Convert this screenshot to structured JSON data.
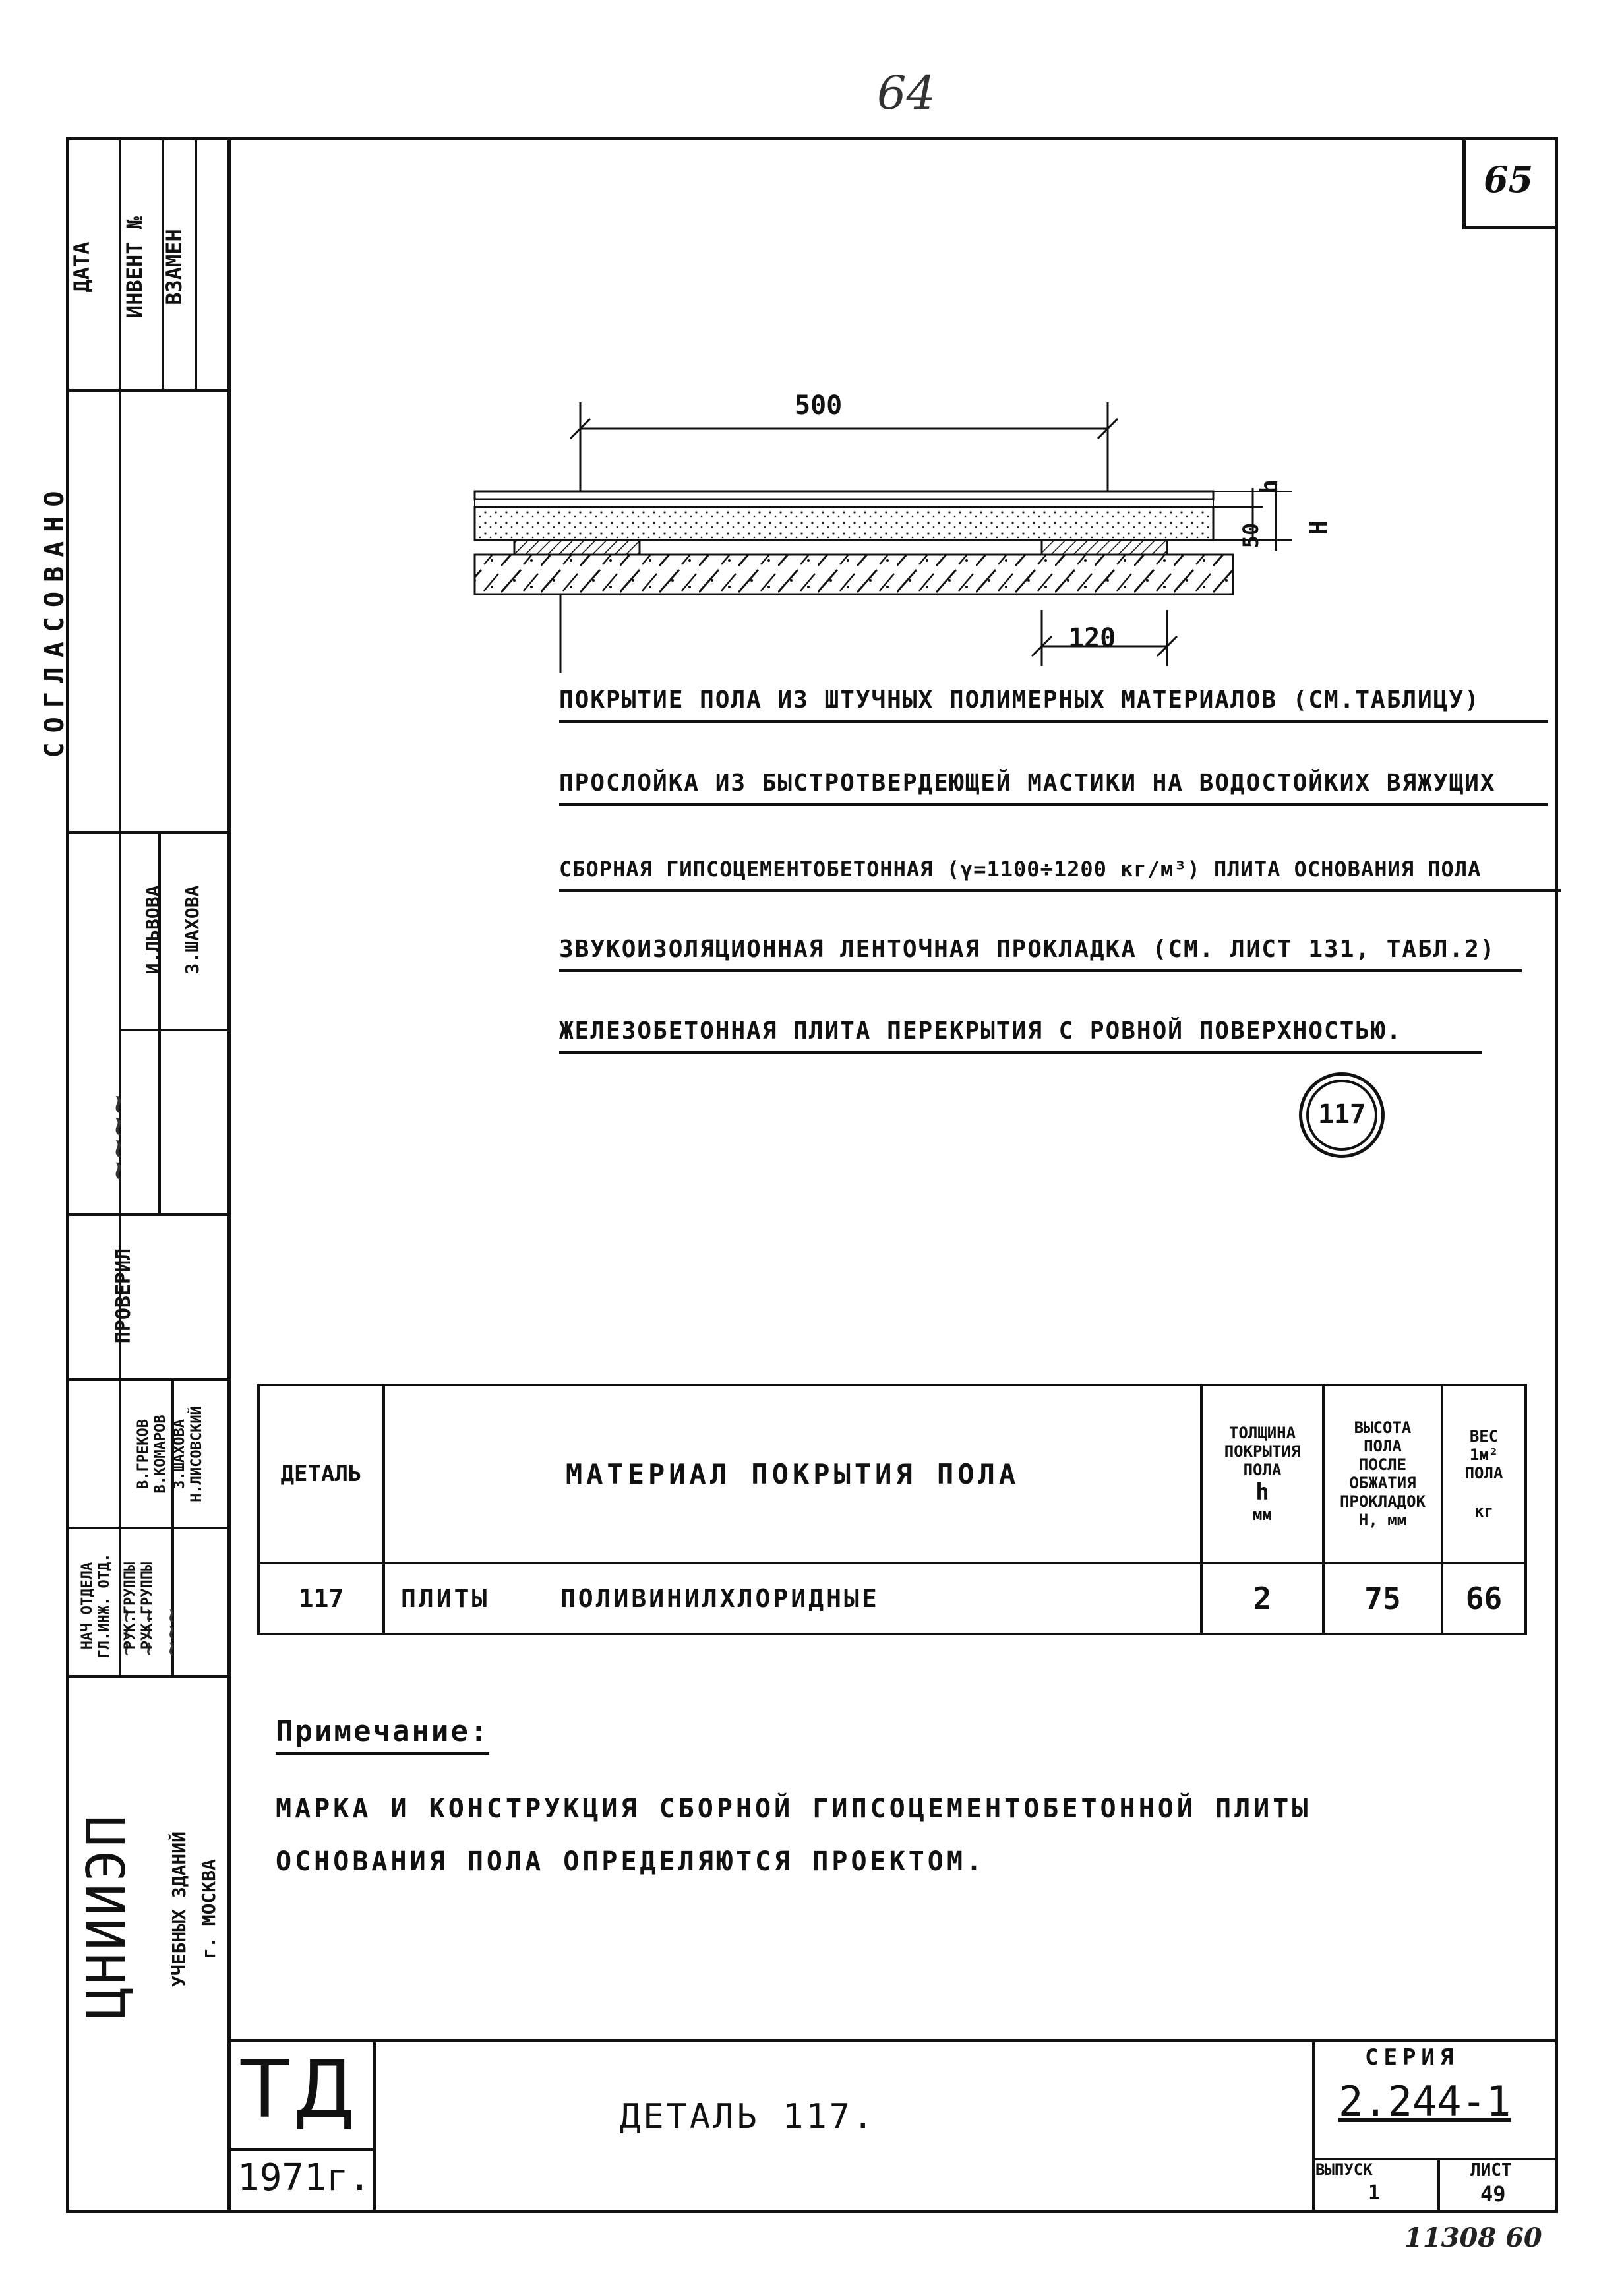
{
  "page_top_mark": "64",
  "sheet_corner_no": "65",
  "bottom_right_mark": "11308 60",
  "left_strip": {
    "header_labels": [
      "ДАТА",
      "ИНВЕНТ №",
      "ВЗАМЕН"
    ],
    "agreed_label": "СОГЛАСОВАНО",
    "agreed_names": [
      "И.ЛЬВОВА",
      "З.ШАХОВА"
    ],
    "checked_label": "ПРОВЕРИЛ",
    "roles": [
      "НАЧ ОТДЕЛА",
      "ГЛ.ИНЖ. ОТД.",
      "РУК.ГРУППЫ",
      "РУК.ГРУППЫ"
    ],
    "names": [
      "В.ГРЕКОВ",
      "В.КОМАРОВ",
      "З.ШАХОВА",
      "Н.ЛИСОВСКИЙ"
    ],
    "org_name": "ЦНИИЭП",
    "org_sub1": "УЧЕБНЫХ ЗДАНИЙ",
    "org_sub2": "г. МОСКВА"
  },
  "drawing": {
    "dim_top": "500",
    "dim_bottom": "120",
    "dim_h": "h",
    "dim_50": "50",
    "dim_H": "H",
    "layers": [
      "ПОКРЫТИЕ ПОЛА ИЗ ШТУЧНЫХ ПОЛИМЕРНЫХ МАТЕРИАЛОВ (СМ.ТАБЛИЦУ)",
      "ПРОСЛОЙКА ИЗ БЫСТРОТВЕРДЕЮЩЕЙ МАСТИКИ НА ВОДОСТОЙКИХ ВЯЖУЩИХ",
      "СБОРНАЯ ГИПСОЦЕМЕНТОБЕТОННАЯ (γ=1100÷1200 кг/м³) ПЛИТА ОСНОВАНИЯ ПОЛА",
      "ЗВУКОИЗОЛЯЦИОННАЯ ЛЕНТОЧНАЯ ПРОКЛАДКА (СМ. ЛИСТ 131, ТАБЛ.2)",
      "ЖЕЛЕЗОБЕТОННАЯ ПЛИТА ПЕРЕКРЫТИЯ С РОВНОЙ ПОВЕРХНОСТЬЮ."
    ],
    "detail_circle": "117"
  },
  "table": {
    "headers": {
      "detail": "ДЕТАЛЬ",
      "material": "МАТЕРИАЛ ПОКРЫТИЯ ПОЛА",
      "thickness": [
        "ТОЛЩИНА",
        "ПОКРЫТИЯ",
        "ПОЛА",
        "h",
        "мм"
      ],
      "height": [
        "ВЫСОТА",
        "ПОЛА",
        "ПОСЛЕ",
        "ОБЖАТИЯ",
        "ПРОКЛАДОК",
        "Н, мм"
      ],
      "weight": [
        "ВЕС",
        "1м²",
        "ПОЛА",
        "кг"
      ]
    },
    "rows": [
      {
        "detail": "117",
        "material": "ПЛИТЫ    ПОЛИВИНИЛХЛОРИДНЫЕ",
        "h": "2",
        "H": "75",
        "weight": "66"
      }
    ]
  },
  "note": {
    "title": "Примечание:",
    "lines": [
      "МАРКА И КОНСТРУКЦИЯ СБОРНОЙ ГИПСОЦЕМЕНТОБЕТОННОЙ ПЛИТЫ",
      "ОСНОВАНИЯ ПОЛА ОПРЕДЕЛЯЮТСЯ ПРОЕКТОМ."
    ]
  },
  "stamp": {
    "td": "ТД",
    "year": "1971г.",
    "title": "ДЕТАЛЬ 117.",
    "series_label": "СЕРИЯ",
    "series_value": "2.244-1",
    "issue_label": "ВЫПУСК",
    "issue_value": "1",
    "sheet_label": "ЛИСТ",
    "sheet_value": "49"
  }
}
